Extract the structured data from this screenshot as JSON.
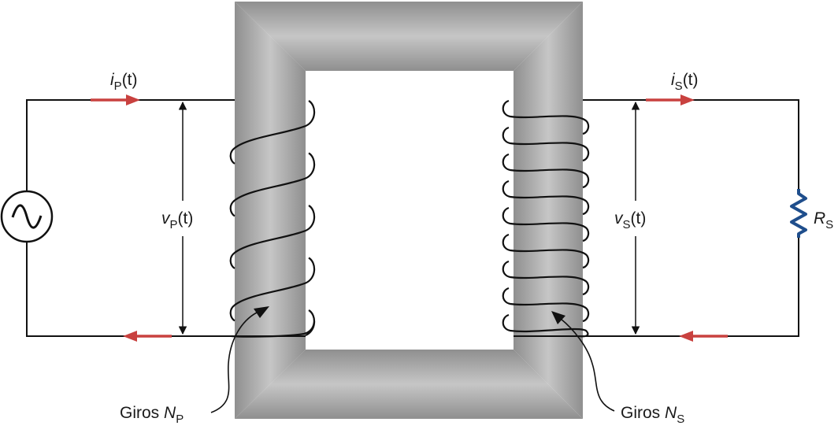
{
  "primary": {
    "current_symbol": "i",
    "current_sub": "P",
    "current_arg": "(t)",
    "voltage_symbol": "v",
    "voltage_sub": "P",
    "voltage_arg": "(t)",
    "turns_prefix": "Giros ",
    "turns_symbol": "N",
    "turns_sub": "P",
    "coil_turns": 5
  },
  "secondary": {
    "current_symbol": "i",
    "current_sub": "S",
    "current_arg": "(t)",
    "voltage_symbol": "v",
    "voltage_sub": "S",
    "voltage_arg": "(t)",
    "turns_prefix": "Giros ",
    "turns_symbol": "N",
    "turns_sub": "S",
    "coil_turns": 9
  },
  "load": {
    "symbol": "R",
    "sub": "S"
  },
  "colors": {
    "wire": "#111111",
    "current_arrow": "#c9413f",
    "resistor": "#1f4e8c",
    "core_dark": "#8f8f8f",
    "core_light": "#c4c4c4"
  }
}
